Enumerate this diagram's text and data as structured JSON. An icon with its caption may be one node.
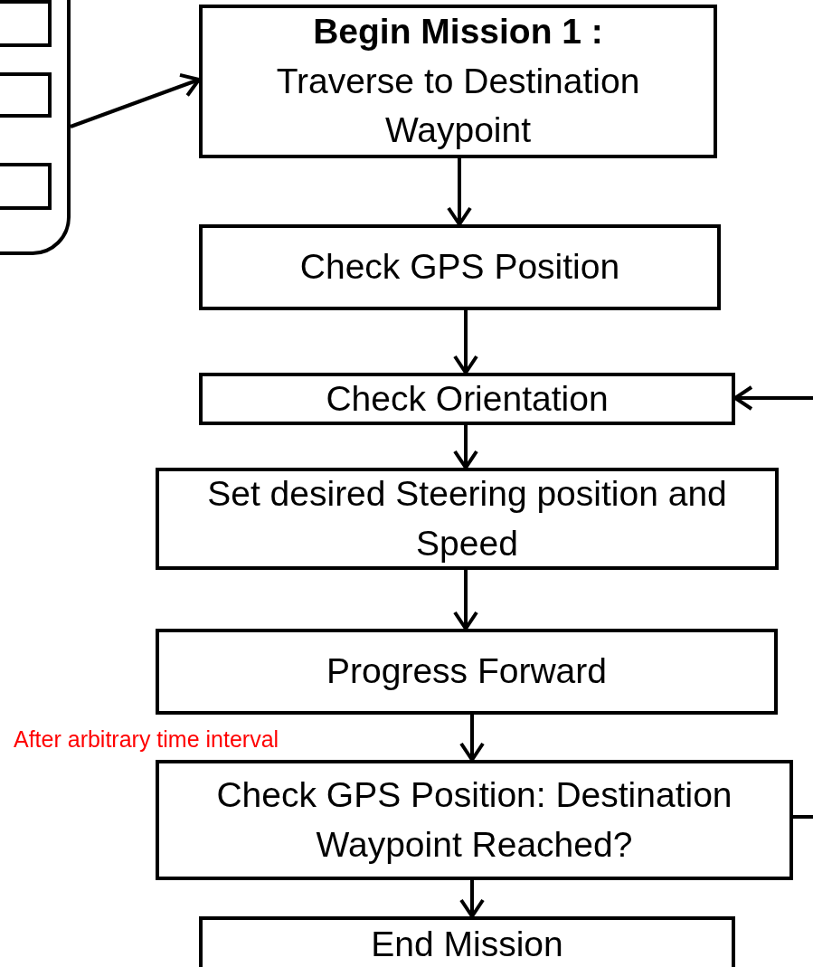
{
  "diagram": {
    "nodes": [
      {
        "text": [],
        "shape": "box"
      },
      {
        "text": [],
        "shape": "box",
        "in": 0
      },
      {
        "text": [],
        "shape": "box",
        "in": 0
      },
      {
        "text": [],
        "shape": "box",
        "in": 0
      },
      {
        "text": [
          "Begin Mission 1 :",
          "Traverse to Destination Waypoint"
        ]
      },
      {
        "text": [
          "Check GPS Position"
        ]
      },
      {
        "text": [
          "Check Orientation"
        ]
      },
      {
        "text": [
          "Set desired Steering position and Speed"
        ]
      },
      {
        "text": [
          "Progress Forward"
        ]
      },
      {
        "text": [
          "Check GPS Position: Destination Waypoint Reached?"
        ]
      },
      {
        "text": [
          "End Mission"
        ]
      }
    ],
    "edges": [
      {
        "from": 0,
        "to": 4,
        "arrow": "to"
      },
      {
        "from": 4,
        "to": 5,
        "arrow": "to"
      },
      {
        "from": 5,
        "to": 6,
        "arrow": "to"
      },
      {
        "from": 6,
        "to": 7,
        "arrow": "to"
      },
      {
        "from": 7,
        "to": 8,
        "arrow": "to"
      },
      {
        "from": 8,
        "to": 9,
        "arrow": "to"
      },
      {
        "from": 9,
        "to": 10,
        "arrow": "to"
      },
      {
        "from": 9,
        "to": 6,
        "arrow": "to"
      }
    ],
    "labels": [
      "After arbitrary time interval"
    ]
  }
}
